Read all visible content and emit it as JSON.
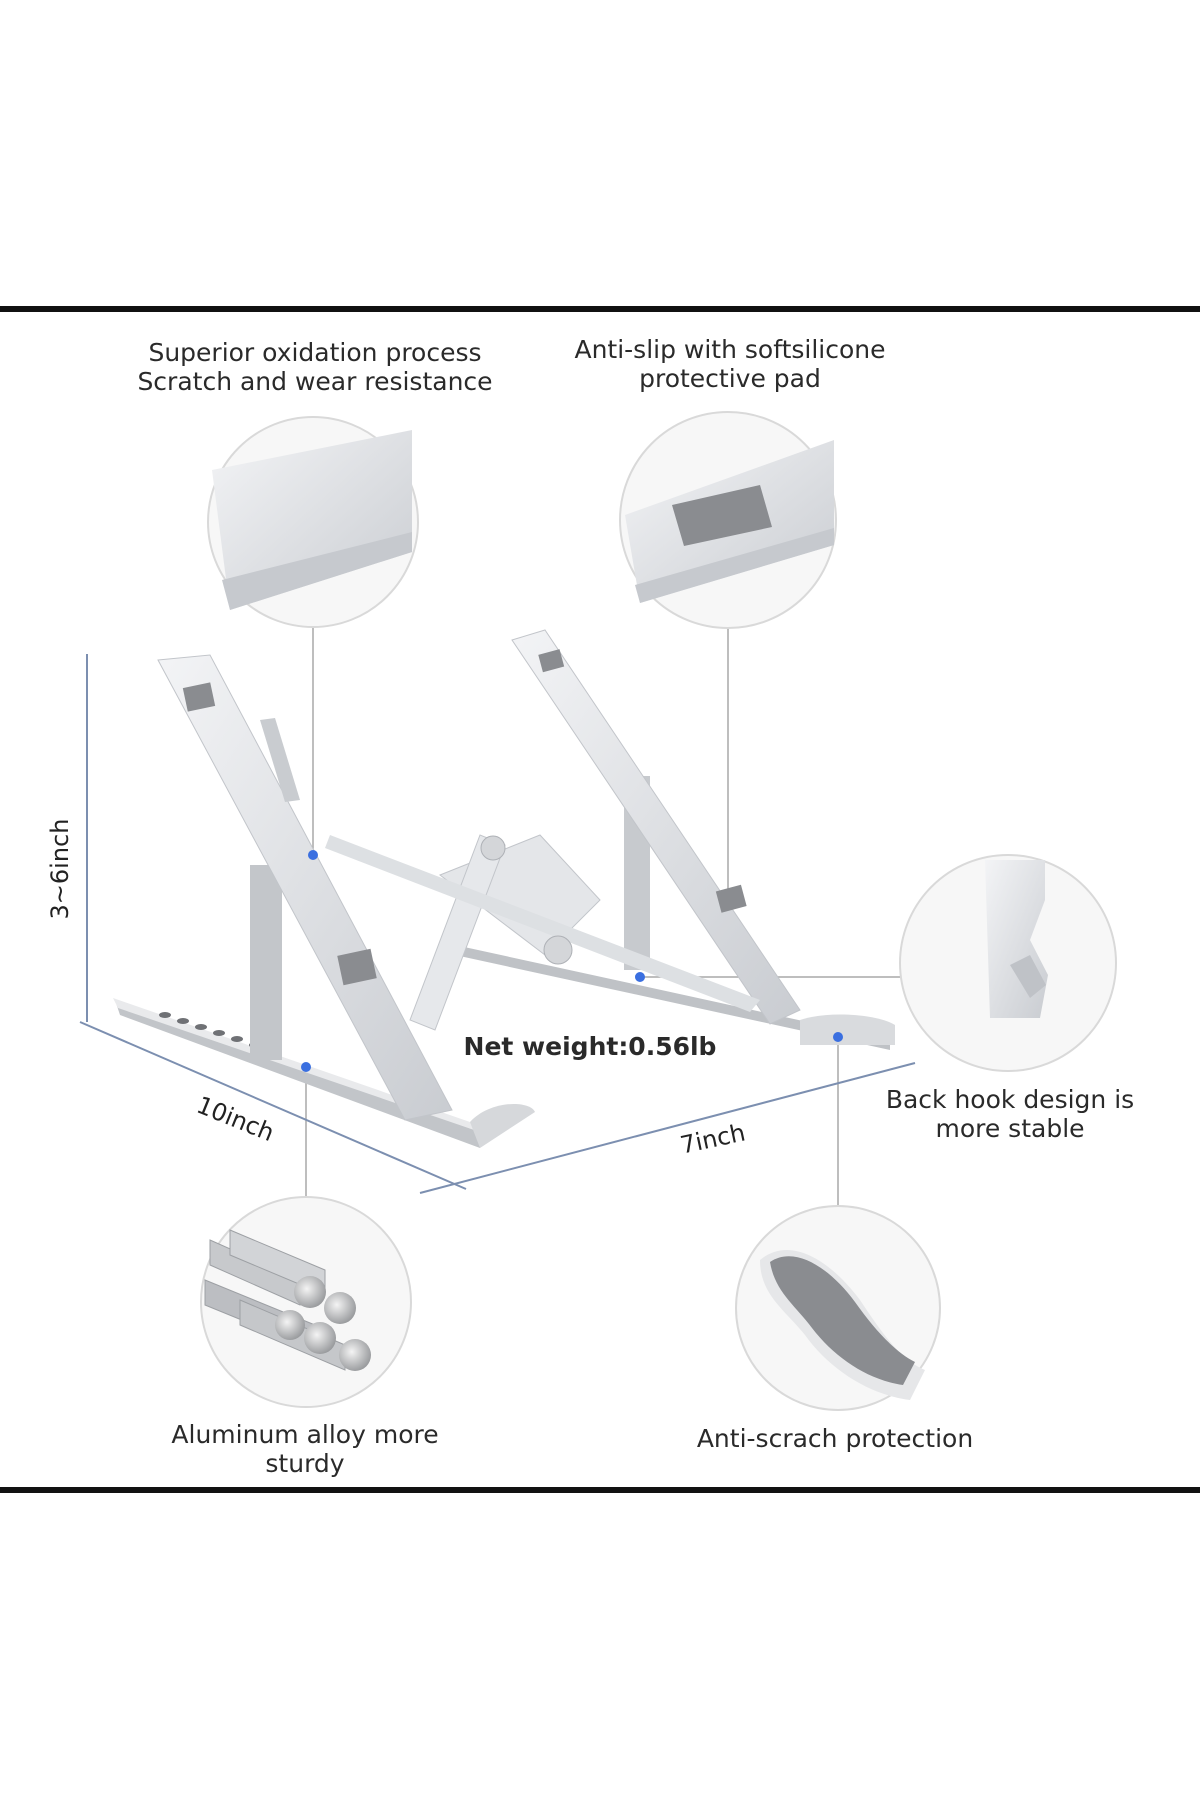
{
  "labels": {
    "oxidation": "Superior oxidation process\nScratch and wear resistance",
    "antislip": "Anti-slip with softsilicone\nprotective pad",
    "backhook": "Back hook design is\nmore stable",
    "aluminum": "Aluminum alloy more sturdy",
    "antiscratch": "Anti-scrach protection",
    "weight": "Net weight:0.56lb"
  },
  "dimensions": {
    "height": "3~6inch",
    "depth": "10inch",
    "width": "7inch"
  },
  "colors": {
    "rule": "#111111",
    "metal": "#e9ebee",
    "metal_dark": "#b9bdc3",
    "pad": "#8a8c90",
    "dot": "#3a6fe0",
    "dimline": "#7c8fb0",
    "leader": "#9a9a9a"
  }
}
